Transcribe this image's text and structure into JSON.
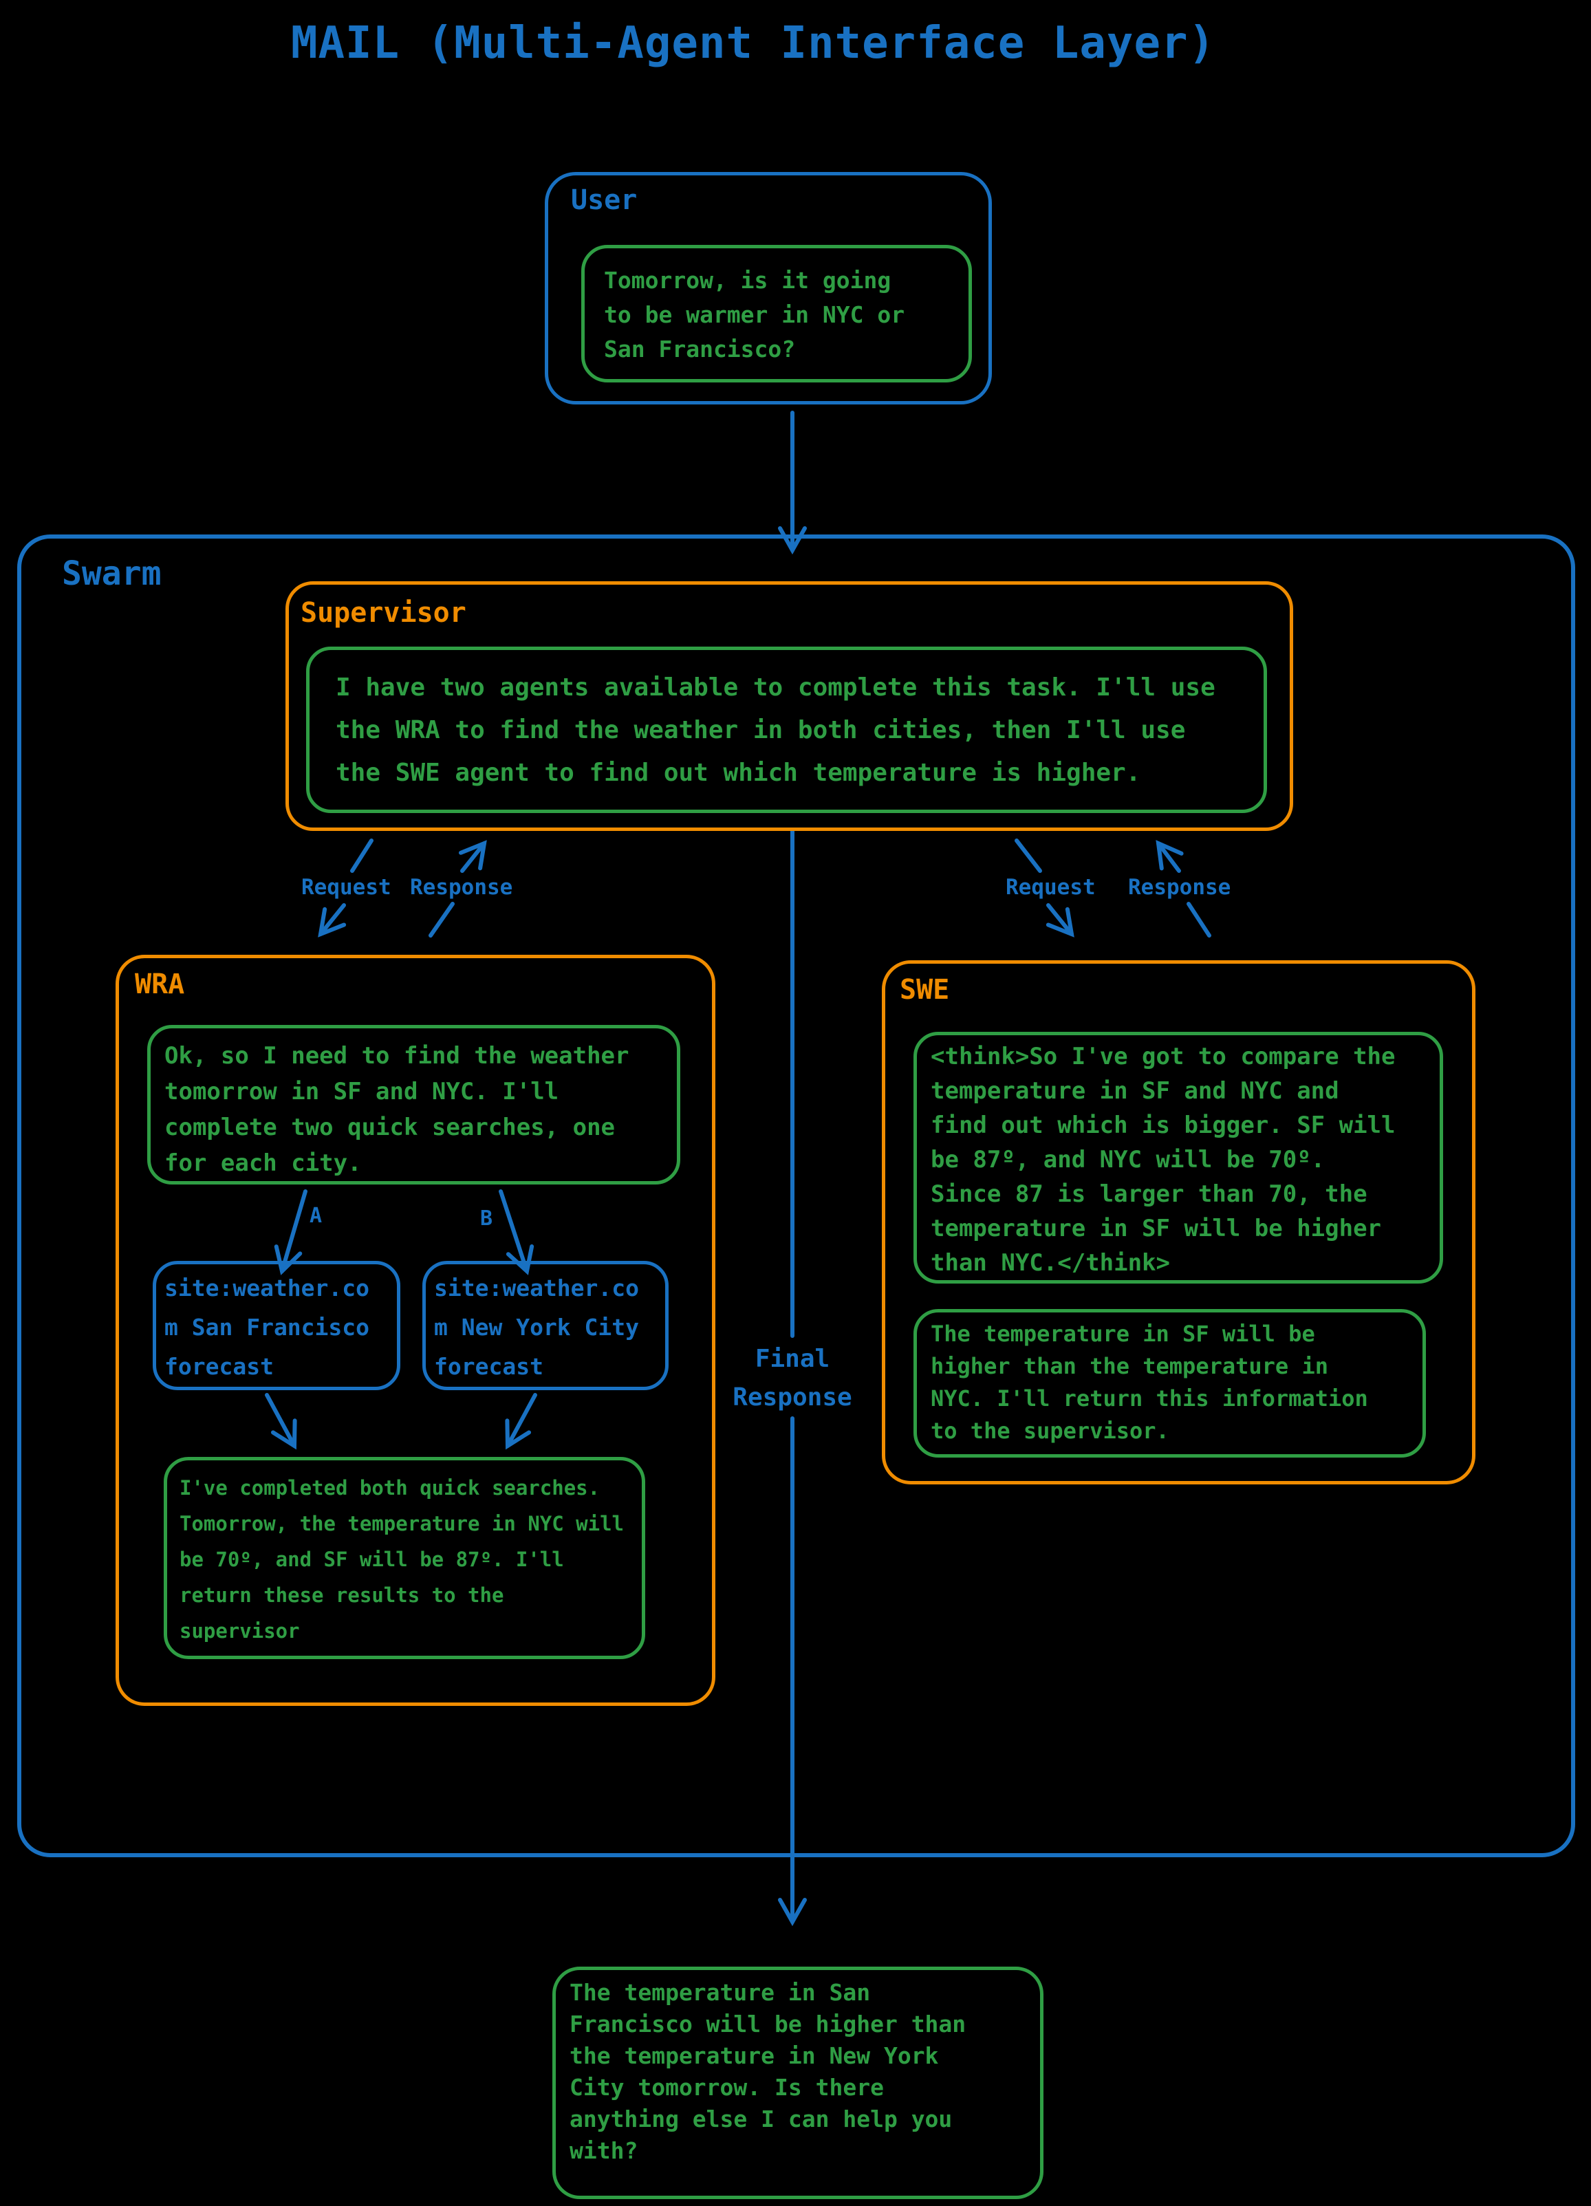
{
  "title": "MAIL (Multi-Agent Interface Layer)",
  "colors": {
    "blue": "#1971c2",
    "green": "#2f9e44",
    "orange": "#f08c00",
    "background": "#000000"
  },
  "user": {
    "label": "User",
    "message": "Tomorrow, is it going\nto be warmer in NYC or\nSan Francisco?"
  },
  "swarm": {
    "label": "Swarm"
  },
  "supervisor": {
    "label": "Supervisor",
    "message": "I have two agents available to complete this task. I'll use\nthe WRA to find the weather in both cities, then I'll use\nthe SWE agent to find out which temperature is higher."
  },
  "edges": {
    "supervisor_wra_request": "Request",
    "supervisor_wra_response": "Response",
    "supervisor_swe_request": "Request",
    "supervisor_swe_response": "Response",
    "search_a": "A",
    "search_b": "B",
    "final_response": "Final\nResponse"
  },
  "wra": {
    "label": "WRA",
    "message": "Ok, so I need to find the weather\ntomorrow in SF and NYC. I'll\ncomplete two quick searches, one\nfor each city.",
    "search_sf": "site:weather.co\nm San Francisco\nforecast",
    "search_nyc": "site:weather.co\nm New York City\nforecast",
    "result": "I've completed both quick searches.\nTomorrow, the temperature in NYC will\nbe 70º, and SF will be 87º. I'll\nreturn these results to the\nsupervisor"
  },
  "swe": {
    "label": "SWE",
    "think": "<think>So I've got to compare the\ntemperature in SF and NYC and\nfind out which is bigger. SF will\nbe 87º, and NYC will be 70º.\nSince 87 is larger than 70, the\ntemperature in SF will be higher\nthan NYC.</think>",
    "result": "The temperature in SF will be\nhigher than the temperature in\nNYC. I'll return this information\nto the supervisor."
  },
  "final_answer": "The temperature in San\nFrancisco will be higher than\nthe temperature in New York\nCity tomorrow. Is there\nanything else I can help you\nwith?"
}
